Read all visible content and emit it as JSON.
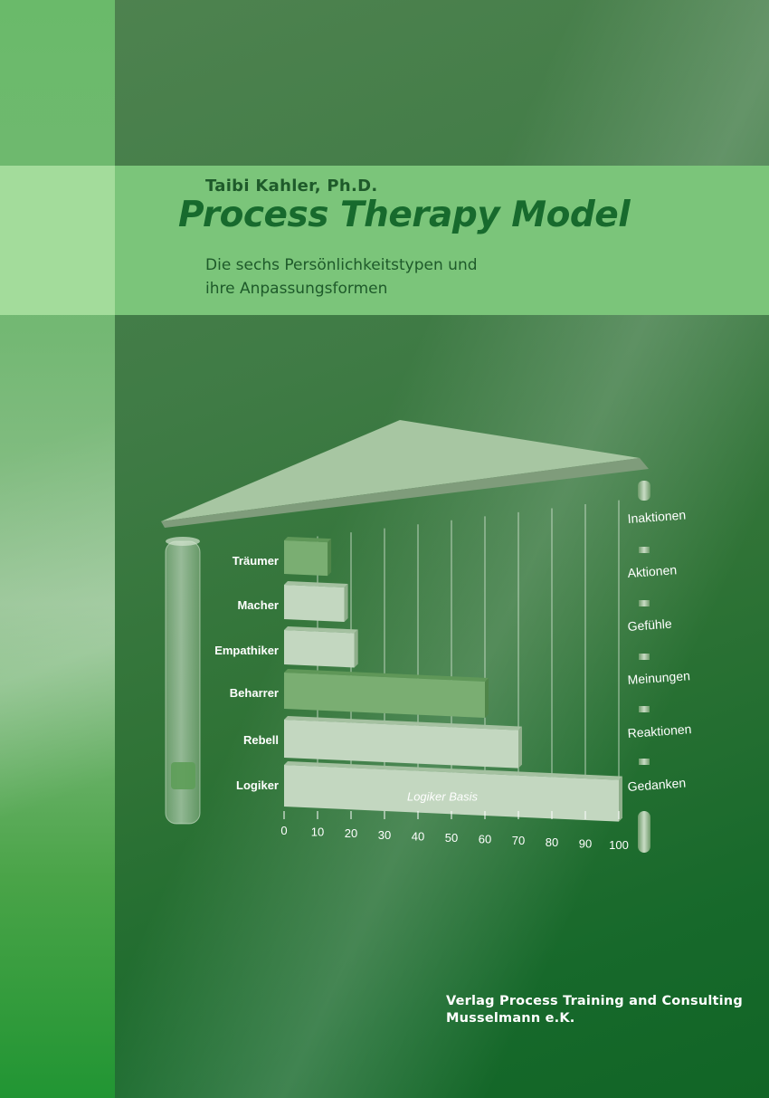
{
  "cover": {
    "author": "Taibi Kahler, Ph.D.",
    "title": "Process Therapy Model",
    "subtitle_line1": "Die sechs Persönlichkeitstypen und",
    "subtitle_line2": "ihre Anpassungsformen",
    "publisher_line1": "Verlag Process Training and Consulting",
    "publisher_line2": "Musselmann e.K."
  },
  "colors": {
    "background": "#3f7b45",
    "band": "#7bc57a",
    "title": "#176a2d",
    "bar_light": "#c6d9c4",
    "bar_green": "#7aaf72"
  },
  "chart_data": {
    "type": "bar",
    "orientation": "horizontal",
    "categories": [
      "Träumer",
      "Macher",
      "Empathiker",
      "Beharrer",
      "Rebell",
      "Logiker"
    ],
    "values": [
      13,
      18,
      21,
      60,
      70,
      100
    ],
    "bar_styles": [
      "green",
      "light",
      "light",
      "green",
      "light",
      "light"
    ],
    "xticks": [
      "0",
      "10",
      "20",
      "30",
      "40",
      "50",
      "60",
      "70",
      "80",
      "90",
      "100"
    ],
    "xlim": [
      0,
      100
    ],
    "right_labels": [
      "Inaktionen",
      "Aktionen",
      "Gefühle",
      "Meinungen",
      "Reaktionen",
      "Gedanken"
    ],
    "bar_annotation": "Logiker Basis",
    "grid": true
  }
}
